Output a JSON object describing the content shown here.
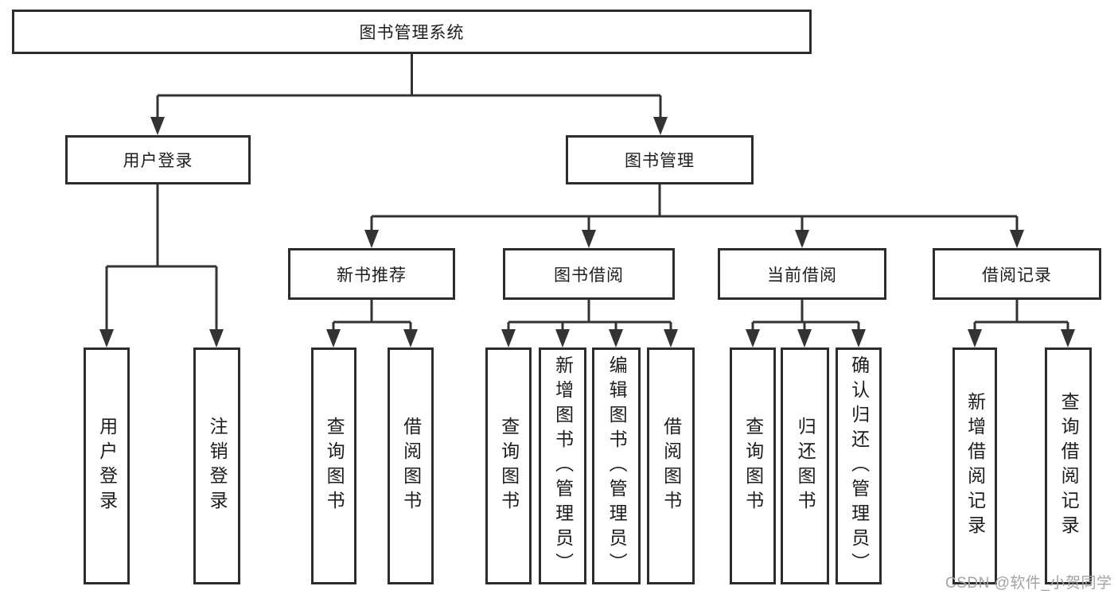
{
  "tree": {
    "label": "图书管理系统",
    "children": [
      {
        "label": "用户登录",
        "children": [
          {
            "label": "用户登录"
          },
          {
            "label": "注销登录"
          }
        ]
      },
      {
        "label": "图书管理",
        "children": [
          {
            "label": "新书推荐",
            "children": [
              {
                "label": "查询图书"
              },
              {
                "label": "借阅图书"
              }
            ]
          },
          {
            "label": "图书借阅",
            "children": [
              {
                "label": "查询图书"
              },
              {
                "label": "新增图书（管理员）"
              },
              {
                "label": "编辑图书（管理员）"
              },
              {
                "label": "借阅图书"
              }
            ]
          },
          {
            "label": "当前借阅",
            "children": [
              {
                "label": "查询图书"
              },
              {
                "label": "归还图书"
              },
              {
                "label": "确认归还（管理员）"
              }
            ]
          },
          {
            "label": "借阅记录",
            "children": [
              {
                "label": "新增借阅记录"
              },
              {
                "label": "查询借阅记录"
              }
            ]
          }
        ]
      }
    ]
  },
  "watermark": {
    "text": "CSDN @软件_小贺同学"
  },
  "colors": {
    "line": "#333333",
    "box_border": "#2d2d2d",
    "text": "#1d1d1f",
    "watermark": "#a3a3a3",
    "background": "#ffffff"
  }
}
